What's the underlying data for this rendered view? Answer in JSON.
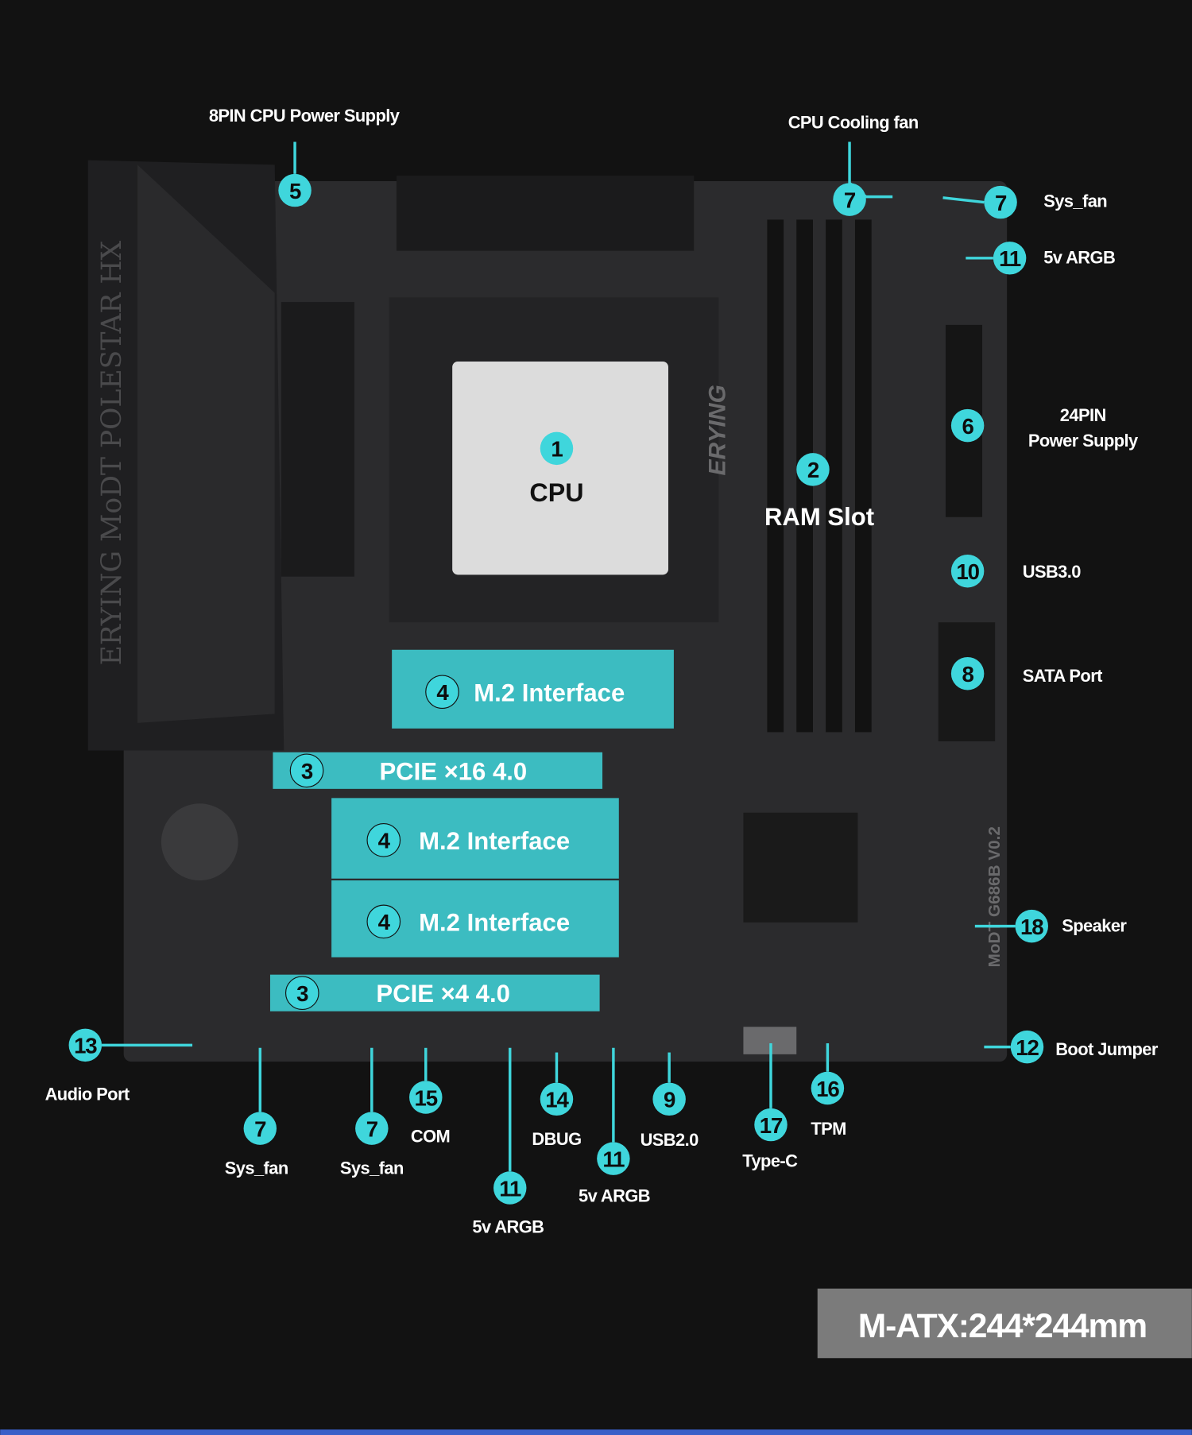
{
  "colors": {
    "background": "#121212",
    "accent": "#3fd6dc",
    "board": "#2b2b2d",
    "size_box": "#7b7b7b",
    "bottom_bar": "#3a5fc8"
  },
  "board_print": {
    "model": "ERYING MoDT POLESTAR HX",
    "revision": "MoDT G686B V0.2",
    "brand": "ERYING"
  },
  "cpu_label": "CPU",
  "ram_label": "RAM Slot",
  "highlights": [
    {
      "num": "4",
      "label": "M.2 Interface"
    },
    {
      "num": "3",
      "label": "PCIE ×16 4.0"
    },
    {
      "num": "4",
      "label": "M.2 Interface"
    },
    {
      "num": "4",
      "label": "M.2 Interface"
    },
    {
      "num": "3",
      "label": "PCIE ×4 4.0"
    }
  ],
  "callouts": [
    {
      "num": "1",
      "label": ""
    },
    {
      "num": "2",
      "label": ""
    },
    {
      "num": "5",
      "label": "8PIN CPU Power Supply"
    },
    {
      "num": "7",
      "label": "CPU Cooling fan"
    },
    {
      "num": "7",
      "label": "Sys_fan"
    },
    {
      "num": "11",
      "label": "5v ARGB"
    },
    {
      "num": "6",
      "label": "24PIN",
      "label2": "Power Supply"
    },
    {
      "num": "10",
      "label": "USB3.0"
    },
    {
      "num": "8",
      "label": "SATA Port"
    },
    {
      "num": "18",
      "label": "Speaker"
    },
    {
      "num": "12",
      "label": "Boot Jumper"
    },
    {
      "num": "13",
      "label": "Audio Port"
    },
    {
      "num": "7",
      "label": "Sys_fan"
    },
    {
      "num": "7",
      "label": "Sys_fan"
    },
    {
      "num": "15",
      "label": "COM"
    },
    {
      "num": "11",
      "label": "5v ARGB"
    },
    {
      "num": "14",
      "label": "DBUG"
    },
    {
      "num": "11",
      "label": "5v ARGB"
    },
    {
      "num": "9",
      "label": "USB2.0"
    },
    {
      "num": "17",
      "label": "Type-C"
    },
    {
      "num": "16",
      "label": "TPM"
    }
  ],
  "form_factor": "M-ATX:244*244mm"
}
